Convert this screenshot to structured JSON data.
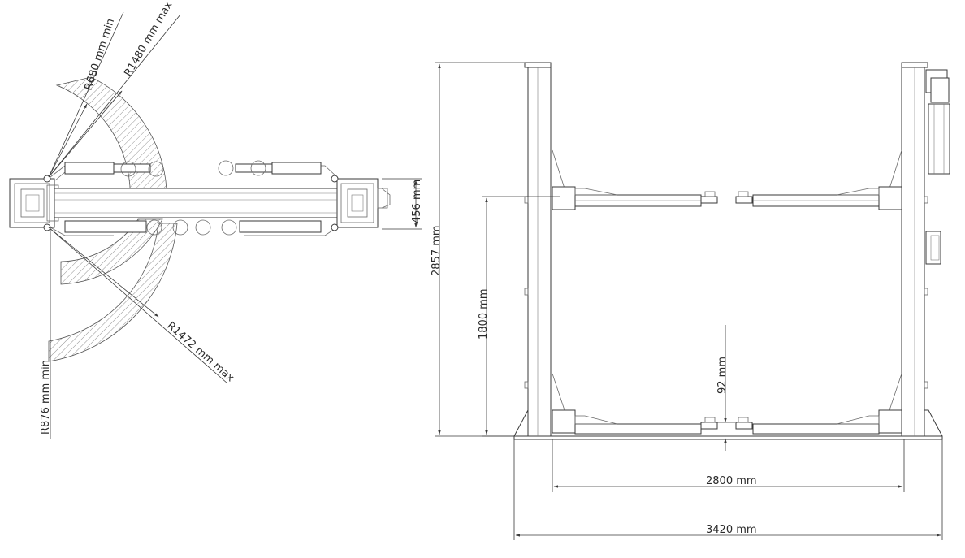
{
  "dimensions": {
    "r_680_min": "R680 mm min",
    "r_1480_max": "R1480 mm max",
    "r_1472_max": "R1472 mm max",
    "r_876_min": "R876 mm min",
    "d_456": "456 mm",
    "d_2857": "2857 mm",
    "d_1800": "1800 mm",
    "d_92": "92 mm",
    "d_2800": "2800 mm",
    "d_3420": "3420 mm"
  }
}
